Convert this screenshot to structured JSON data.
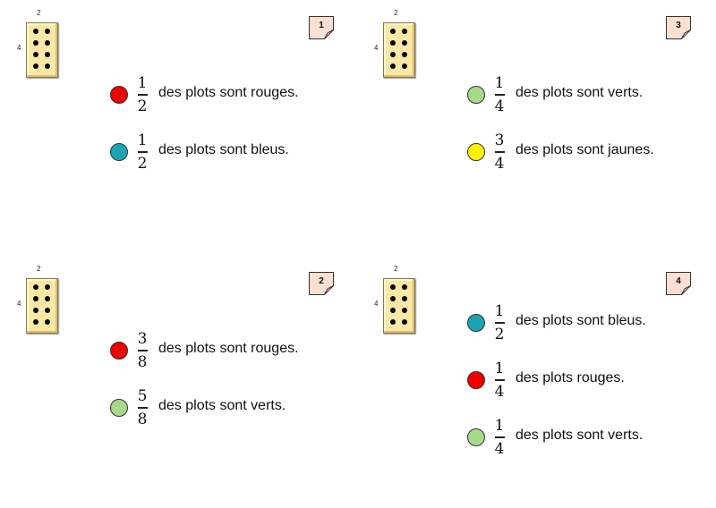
{
  "brick": {
    "width_label": "2",
    "height_label": "4",
    "studs_cols": 2,
    "studs_rows": 4
  },
  "colors": {
    "red": "#ef0000",
    "blue": "#1ba3b3",
    "green": "#a6d98a",
    "yellow": "#fff000"
  },
  "cards": [
    {
      "number": "1",
      "statements": [
        {
          "color": "red",
          "numerator": "1",
          "denominator": "2",
          "text": "des plots sont rouges."
        },
        {
          "color": "blue",
          "numerator": "1",
          "denominator": "2",
          "text": "des plots sont bleus."
        }
      ]
    },
    {
      "number": "3",
      "statements": [
        {
          "color": "green",
          "numerator": "1",
          "denominator": "4",
          "text": "des plots sont verts."
        },
        {
          "color": "yellow",
          "numerator": "3",
          "denominator": "4",
          "text": "des plots sont jaunes."
        }
      ]
    },
    {
      "number": "2",
      "statements": [
        {
          "color": "red",
          "numerator": "3",
          "denominator": "8",
          "text": "des plots sont rouges."
        },
        {
          "color": "green",
          "numerator": "5",
          "denominator": "8",
          "text": "des plots sont verts."
        }
      ]
    },
    {
      "number": "4",
      "statements": [
        {
          "color": "blue",
          "numerator": "1",
          "denominator": "2",
          "text": "des plots sont bleus."
        },
        {
          "color": "red",
          "numerator": "1",
          "denominator": "4",
          "text": "des plots rouges."
        },
        {
          "color": "green",
          "numerator": "1",
          "denominator": "4",
          "text": "des plots sont verts."
        }
      ]
    }
  ]
}
